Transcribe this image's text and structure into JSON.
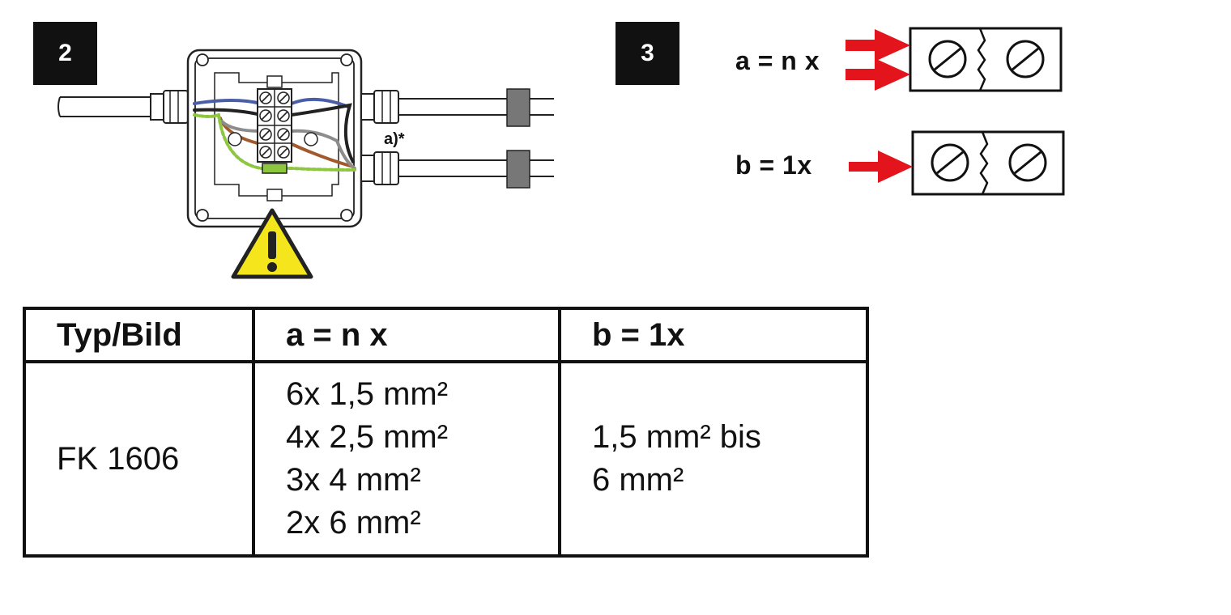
{
  "figure2": {
    "number": "2",
    "annotation": "a)*"
  },
  "figure3": {
    "number": "3",
    "rule_a": "a = n x",
    "rule_b": "b = 1x"
  },
  "table": {
    "headers": [
      "Typ/Bild",
      "a = n x",
      "b = 1x"
    ],
    "row": {
      "type": "FK 1606",
      "a_values": [
        "6x 1,5 mm²",
        "4x 2,5 mm²",
        "3x 4 mm²",
        "2x 6 mm²"
      ],
      "b_values": [
        "1,5 mm² bis",
        "6 mm²"
      ]
    }
  },
  "colors": {
    "arrow_red": "#e3141b",
    "warning_yellow": "#f4e51c",
    "wire_blue": "#4a5ea8",
    "wire_brown": "#a05a2c",
    "wire_grey": "#8c8c8c",
    "wire_green_yellow": "#8dc63f"
  },
  "icons": [
    "warning-triangle-icon",
    "red-arrow-icon",
    "screw-terminal-icon"
  ]
}
